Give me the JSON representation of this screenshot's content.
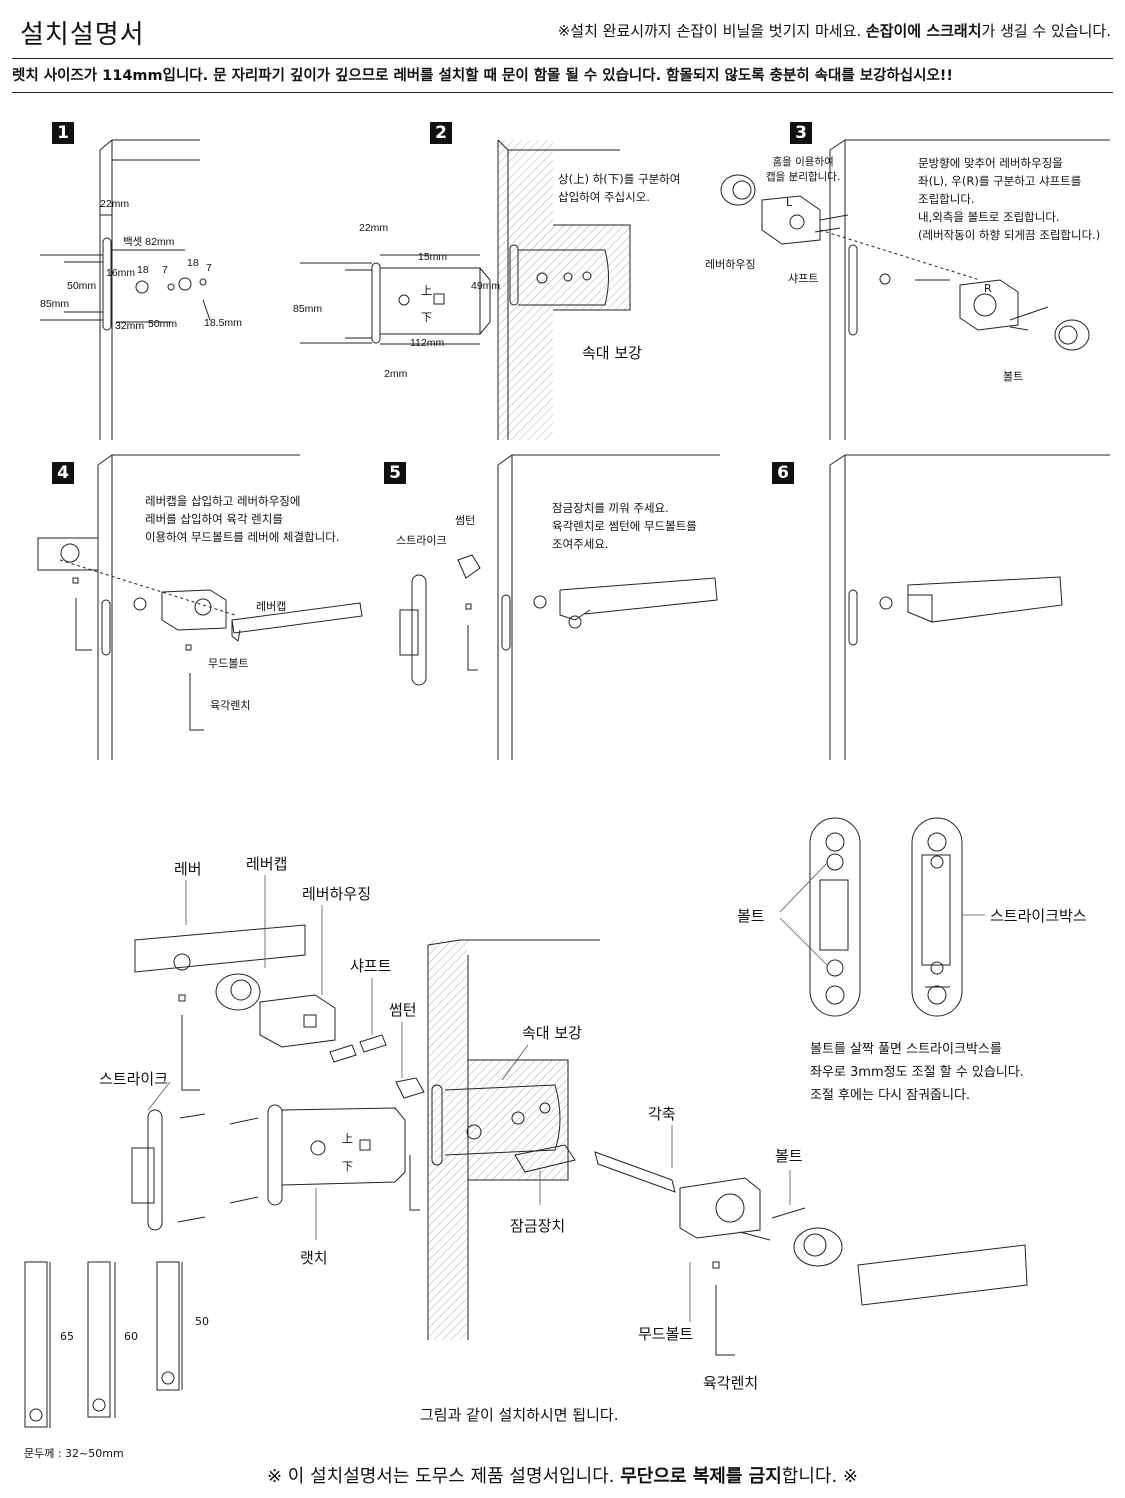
{
  "header": {
    "title": "설치설명서",
    "notice_prefix": "※설치 완료시까지 손잡이 비닐을 벗기지 마세요. ",
    "notice_bold": "손잡이에 스크래치",
    "notice_suffix": "가 생길 수 있습니다.",
    "warning": "렛치 사이즈가 114mm입니다. 문 자리파기 깊이가 깊으므로 레버를 설치할 때 문이 함몰 될 수 있습니다. 함몰되지 않도록 충분히 속대를 보강하십시오!!"
  },
  "steps": [
    {
      "number": "1",
      "dims": [
        "22mm",
        "백셋 82mm",
        "18",
        "7",
        "18",
        "7",
        "16mm",
        "50mm",
        "85mm",
        "32mm",
        "50mm",
        "18.5mm"
      ]
    },
    {
      "number": "2",
      "note": [
        "상(上) 하(下)를 구분하여",
        "삽입하여 주십시오."
      ],
      "dims": [
        "22mm",
        "15mm",
        "49mm",
        "85mm",
        "112mm",
        "2mm"
      ],
      "marks": [
        "上",
        "下"
      ],
      "label": "속대 보강"
    },
    {
      "number": "3",
      "note_left": [
        "홈을 이용하여",
        "캡을 분리합니다."
      ],
      "note_right": [
        "문방향에 맞추어 레버하우징을",
        "좌(L), 우(R)를 구분하고 샤프트를",
        "조립합니다.",
        "내,외측을 볼트로 조립합니다.",
        "(레버작동이 하향 되게끔 조립합니다.)"
      ],
      "labels": [
        "레버하우징",
        "샤프트",
        "볼트"
      ],
      "marks": [
        "L",
        "R"
      ]
    },
    {
      "number": "4",
      "note": [
        "레버캡을 삽입하고 레버하우징에",
        "레버를 삽입하여 육각 렌치를",
        "이용하여 무드볼트를 레버에 체결합니다."
      ],
      "labels": [
        "레버캡",
        "무드볼트",
        "육각렌치"
      ]
    },
    {
      "number": "5",
      "note": [
        "잠금장치를 끼워 주세요.",
        "육각렌치로 썸턴에 무드볼트를",
        "조여주세요."
      ],
      "labels": [
        "썸턴",
        "스트라이크"
      ]
    },
    {
      "number": "6"
    }
  ],
  "exploded": {
    "labels": {
      "lever": "레버",
      "lever_cap": "레버캡",
      "lever_housing": "레버하우징",
      "shaft": "샤프트",
      "thumbturn": "썸턴",
      "strike": "스트라이크",
      "core_reinforce": "속대 보강",
      "spindle": "각축",
      "bolt": "볼트",
      "lock_device": "잠금장치",
      "latch": "랫치",
      "mood_bolt": "무드볼트",
      "hex_wrench": "육각렌치"
    },
    "marks": [
      "上",
      "下"
    ],
    "strike_box": {
      "bolt_label": "볼트",
      "box_label": "스트라이크박스",
      "note": [
        "볼트를 살짝 풀면 스트라이크박스를",
        "좌우로 3mm정도 조절 할 수 있습니다.",
        "조절 후에는 다시 잠궈줍니다."
      ]
    },
    "door_thickness": {
      "values": [
        "65",
        "60",
        "50"
      ],
      "caption": "문두께 : 32~50mm"
    },
    "caption": "그림과 같이 설치하시면 됩니다."
  },
  "footer": {
    "prefix": "※ 이 설치설명서는 도무스 제품 설명서입니다. ",
    "bold": "무단으로 복제를 금지",
    "suffix": "합니다. ※"
  }
}
